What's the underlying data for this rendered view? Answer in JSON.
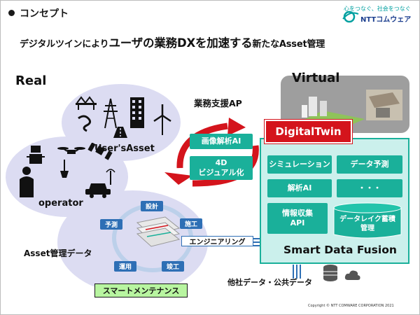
{
  "header": {
    "title": "コンセプト",
    "tagline": "心をつなぐ、社会をつなぐ",
    "logo_text": "NTTコムウェア"
  },
  "subtitle": {
    "part1": "デジタルツインにより",
    "part2": "ユーザの業務DXを加速する",
    "part3": "新たなAsset管理"
  },
  "real": {
    "label": "Real",
    "users_asset": "User'sAsset",
    "operator": "operator",
    "asset_mgmt": "Asset管理データ"
  },
  "virtual": {
    "label": "Virtual"
  },
  "center": {
    "business_ap": "業務支援AP",
    "image_ai": "画像解析AI",
    "visual_4d_line1": "4D",
    "visual_4d_line2": "ビジュアル化"
  },
  "digital_twin": {
    "label": "DigitalTwin",
    "modules": {
      "simulation": "シミュレーション",
      "data_forecast": "データ予測",
      "analysis_ai": "解析AI",
      "ellipsis": "・・・",
      "collect_line1": "情報収集",
      "collect_line2": "API",
      "lake_line1": "データレイク蓄積",
      "lake_line2": "管理"
    },
    "platform": "Smart Data Fusion"
  },
  "cycle": {
    "design": "設計",
    "construction": "施工",
    "completion": "竣工",
    "operation": "運用",
    "prediction": "予測"
  },
  "engineering": "エンジニアリング",
  "smart_maintenance": "スマートメンテナンス",
  "external_data": "他社データ・公共データ",
  "copyright": "Copyright © NTT COMWARE CORPORATION 2021",
  "colors": {
    "teal": "#1ab09a",
    "teal_light": "#cbf0ec",
    "red": "#d4141c",
    "blue": "#2e6fb5",
    "ellipse": "#dcdcf2",
    "green": "#b8f5a0"
  }
}
